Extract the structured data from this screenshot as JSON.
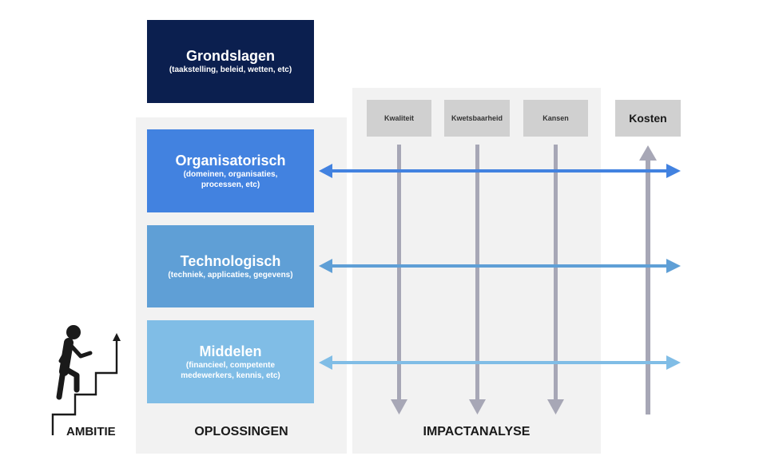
{
  "grondslagen": {
    "title": "Grondslagen",
    "subtitle": "(taakstelling, beleid, wetten, etc)"
  },
  "solutions": [
    {
      "title": "Organisatorisch",
      "subtitle_lines": [
        "(domeinen, organisaties,",
        "processen, etc)"
      ]
    },
    {
      "title": "Technologisch",
      "subtitle_lines": [
        "(techniek, applicaties, gegevens)"
      ]
    },
    {
      "title": "Middelen",
      "subtitle_lines": [
        "(financieel, competente",
        "medewerkers, kennis, etc)"
      ]
    }
  ],
  "impact_headers": [
    "Kwaliteit",
    "Kwetsbaarheid",
    "Kansen"
  ],
  "costs_label": "Kosten",
  "labels": {
    "ambitie": "AMBITIE",
    "oplossingen": "OPLOSSINGEN",
    "impactanalyse": "IMPACTANALYSE"
  },
  "colors": {
    "navy": "#0b1f4f",
    "organisatorisch": "#4282e0",
    "technologisch": "#5f9fd6",
    "middelen": "#80bde6",
    "panel": "#f2f2f2",
    "gray_arrow": "#a7a7b6",
    "header_box": "#d0d0d0"
  }
}
